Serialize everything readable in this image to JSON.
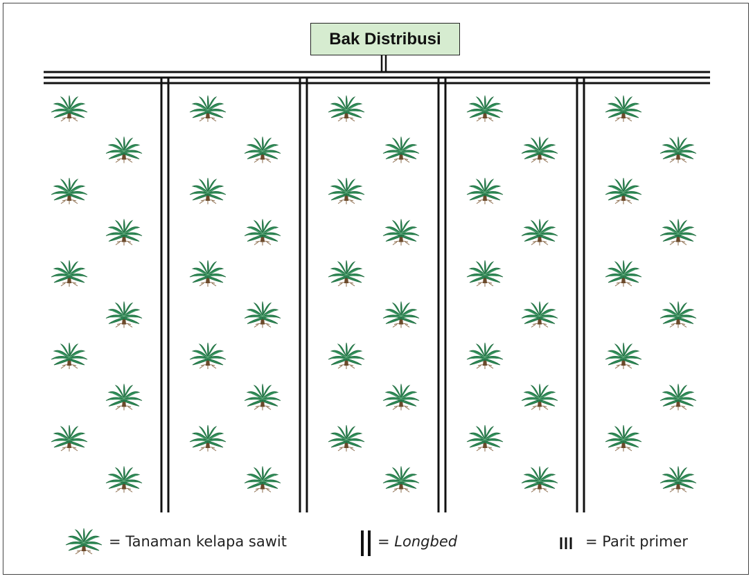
{
  "header": {
    "title": "Bak Distribusi"
  },
  "layout": {
    "beds": 5,
    "palms_per_bed": 10
  },
  "legend": {
    "palm_label": "= Tanaman kelapa  sawit",
    "longbed_eq": "=",
    "longbed_label": "Longbed",
    "primer_label": "= Parit primer"
  },
  "colors": {
    "palm_leaf": "#2e8b57",
    "palm_leaf_dark": "#1f6b3f",
    "trunk": "#6b4a2b",
    "line": "#111111",
    "title_bg": "#d6ecd0"
  },
  "icons": {
    "palm": "palm-tree-icon",
    "longbed": "double-line-icon",
    "primer": "triple-line-icon"
  }
}
